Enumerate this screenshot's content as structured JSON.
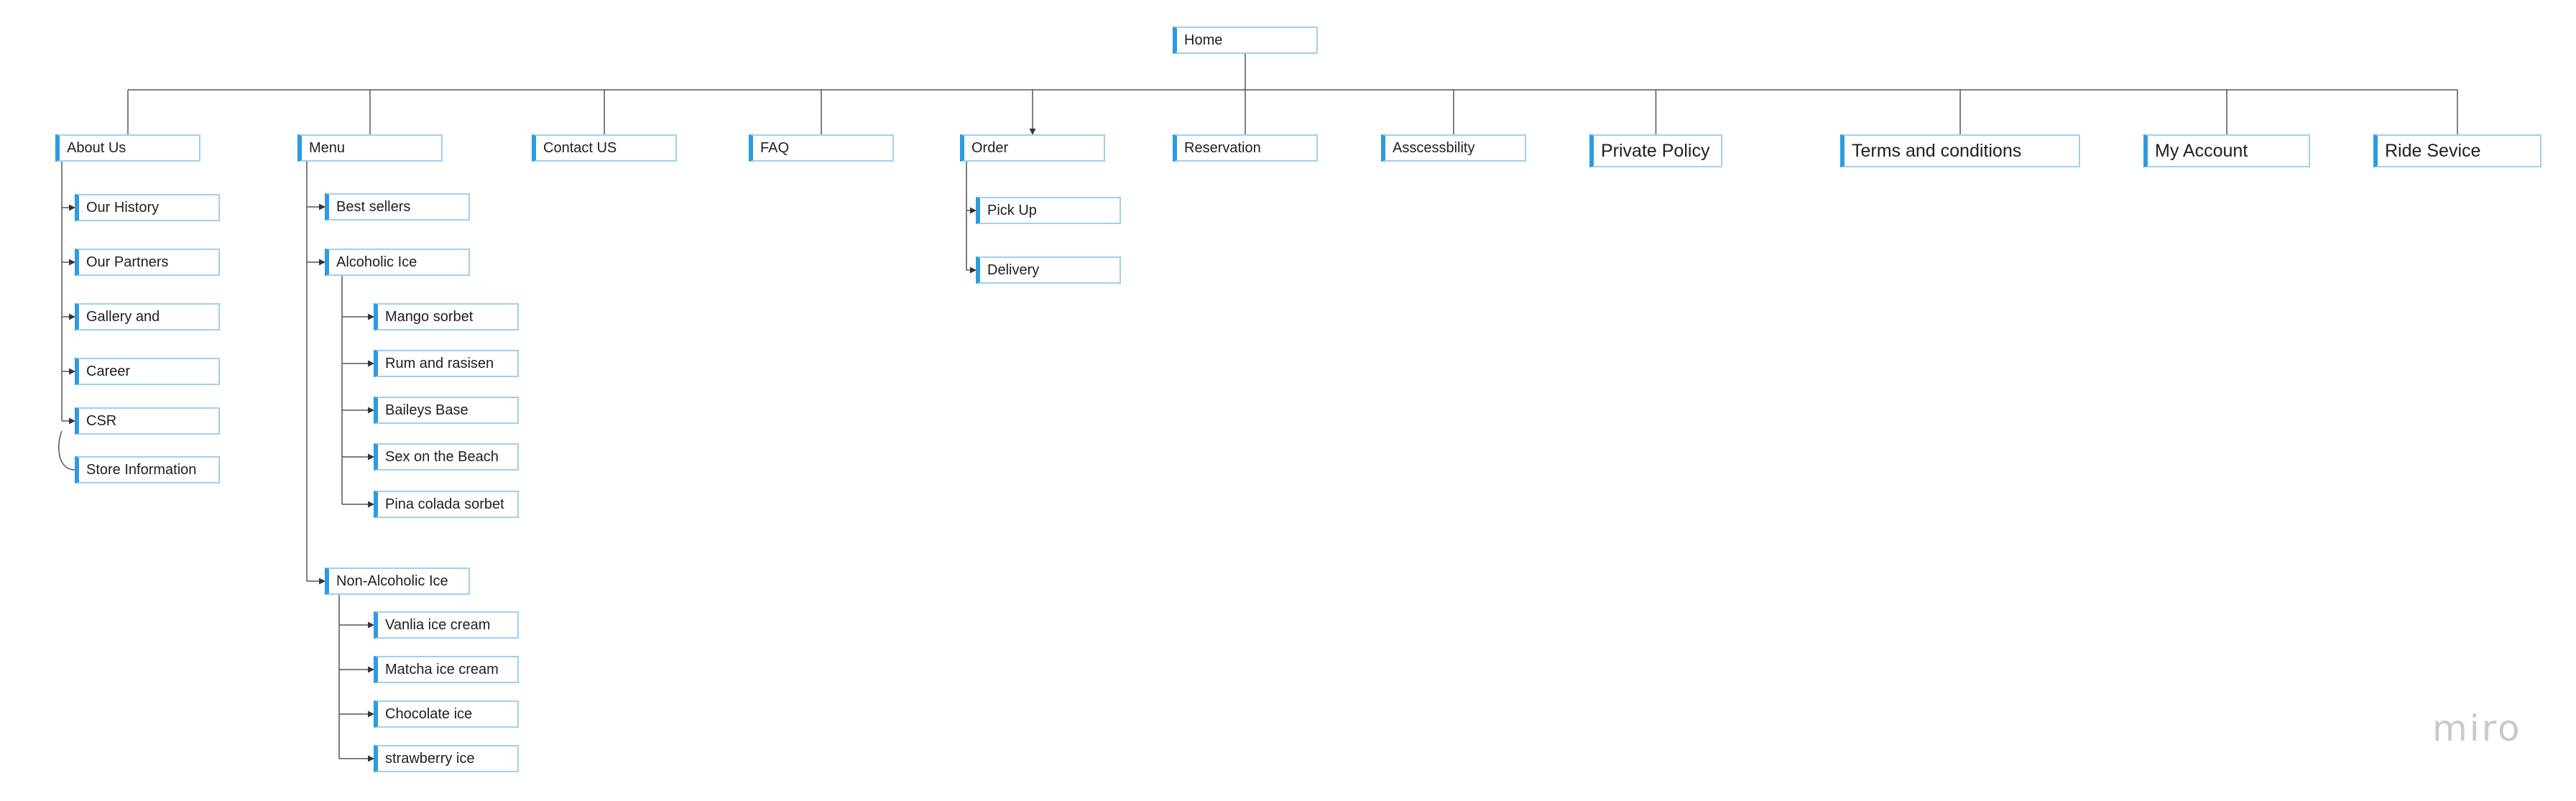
{
  "diagram": {
    "root": {
      "id": "home",
      "label": "Home"
    },
    "top_level": [
      {
        "id": "about",
        "label": "About Us"
      },
      {
        "id": "menu",
        "label": "Menu"
      },
      {
        "id": "contact",
        "label": "Contact US"
      },
      {
        "id": "faq",
        "label": "FAQ"
      },
      {
        "id": "order",
        "label": "Order"
      },
      {
        "id": "reservation",
        "label": "Reservation"
      },
      {
        "id": "accessibility",
        "label": "Asscessbility"
      },
      {
        "id": "privacy",
        "label": "Private Policy"
      },
      {
        "id": "terms",
        "label": "Terms and conditions"
      },
      {
        "id": "account",
        "label": "My Account"
      },
      {
        "id": "ride",
        "label": "Ride Sevice"
      }
    ],
    "about_children": [
      {
        "id": "history",
        "label": "Our History"
      },
      {
        "id": "partners",
        "label": "Our Partners"
      },
      {
        "id": "gallery",
        "label": "Gallery and"
      },
      {
        "id": "career",
        "label": "Career"
      },
      {
        "id": "csr",
        "label": "CSR"
      },
      {
        "id": "store",
        "label": "Store Information"
      }
    ],
    "menu_children": [
      {
        "id": "bestsellers",
        "label": "Best sellers"
      },
      {
        "id": "alcoholic",
        "label": "Alcoholic Ice"
      },
      {
        "id": "nonalcoholic",
        "label": "Non-Alcoholic Ice"
      }
    ],
    "alcoholic_children": [
      {
        "id": "mango",
        "label": "Mango sorbet"
      },
      {
        "id": "rum",
        "label": "Rum and rasisen"
      },
      {
        "id": "baileys",
        "label": "Baileys Base"
      },
      {
        "id": "sexbeach",
        "label": "Sex on the Beach"
      },
      {
        "id": "pinacolada",
        "label": "Pina colada sorbet"
      }
    ],
    "nonalcoholic_children": [
      {
        "id": "vanilla",
        "label": "Vanlia ice cream"
      },
      {
        "id": "matcha",
        "label": "Matcha ice cream"
      },
      {
        "id": "chocolate",
        "label": "Chocolate ice"
      },
      {
        "id": "strawberry",
        "label": "strawberry ice"
      }
    ],
    "order_children": [
      {
        "id": "pickup",
        "label": "Pick Up"
      },
      {
        "id": "delivery",
        "label": "Delivery"
      }
    ]
  },
  "brand": {
    "logo_text": "miro"
  },
  "colors": {
    "node_accent": "#2d9be0",
    "node_border": "#9fd0ee",
    "connector": "#555555",
    "brand": "#c9c9cc"
  }
}
